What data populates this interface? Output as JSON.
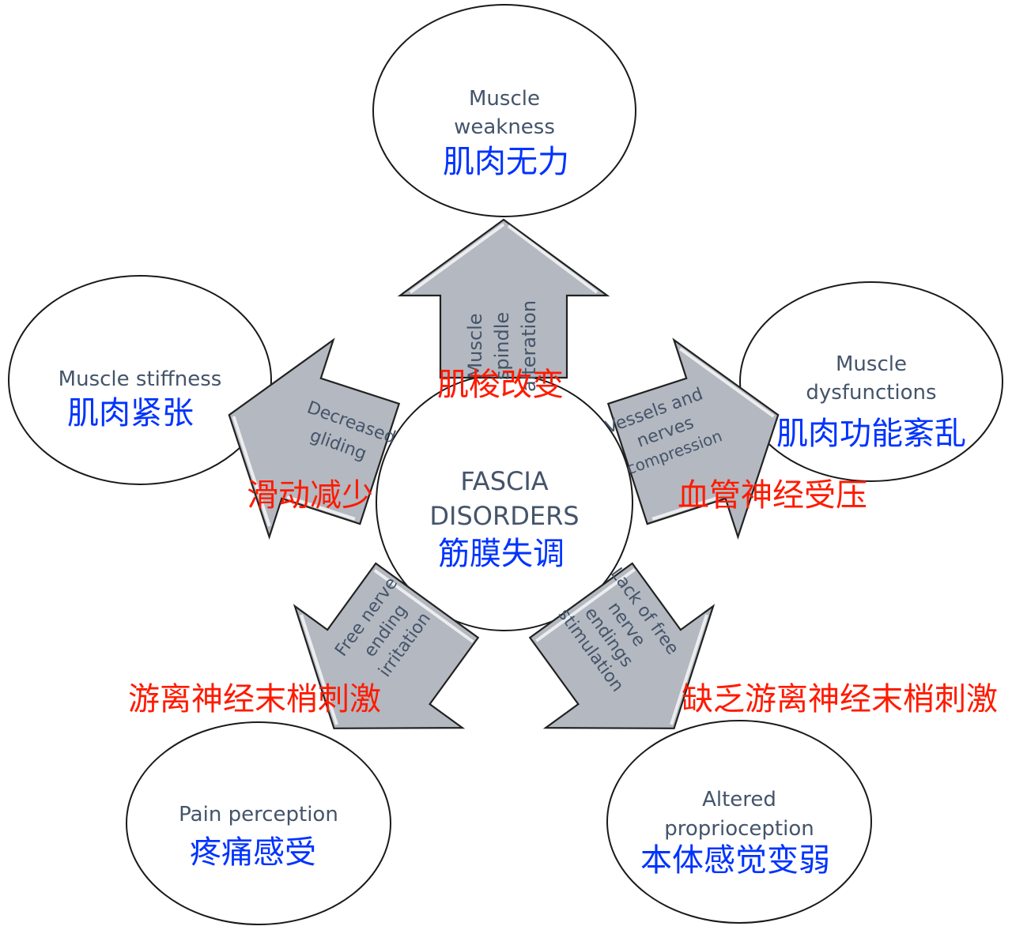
{
  "diagram": {
    "colors": {
      "english_text": "#44546a",
      "chinese_outcome": "#0033ff",
      "chinese_mechanism": "#ff1a00",
      "arrow_fill": "#b4b8c0",
      "outline": "#1a1a1a"
    },
    "center": {
      "en_lines": [
        "FASCIA",
        "DISORDERS"
      ],
      "zh": "筋膜失调"
    },
    "outcomes": [
      {
        "id": "top",
        "en_lines": [
          "Muscle",
          "weakness"
        ],
        "zh": "肌肉无力"
      },
      {
        "id": "right",
        "en_lines": [
          "Muscle",
          "dysfunctions"
        ],
        "zh": "肌肉功能紊乱"
      },
      {
        "id": "bottom-right",
        "en_lines": [
          "Altered",
          "proprioception"
        ],
        "zh": "本体感觉变弱"
      },
      {
        "id": "bottom-left",
        "en_lines": [
          "Pain perception"
        ],
        "zh": "疼痛感受"
      },
      {
        "id": "left",
        "en_lines": [
          "Muscle stiffness"
        ],
        "zh": "肌肉紧张"
      }
    ],
    "mechanisms": [
      {
        "id": "top",
        "en_lines": [
          "Muscle",
          "spindle",
          "alteration"
        ],
        "zh": "肌梭改变"
      },
      {
        "id": "right",
        "en_lines": [
          "Vessels and",
          "nerves",
          "compression"
        ],
        "zh": "血管神经受压"
      },
      {
        "id": "bottom-right",
        "en_lines": [
          "Lack of free",
          "nerve",
          "endings",
          "stimulation"
        ],
        "zh": "缺乏游离神经末梢刺激"
      },
      {
        "id": "bottom-left",
        "en_lines": [
          "Free nerve",
          "ending",
          "irritation"
        ],
        "zh": "游离神经末梢刺激"
      },
      {
        "id": "left",
        "en_lines": [
          "Decreased",
          "gliding"
        ],
        "zh": "滑动减少"
      }
    ]
  }
}
